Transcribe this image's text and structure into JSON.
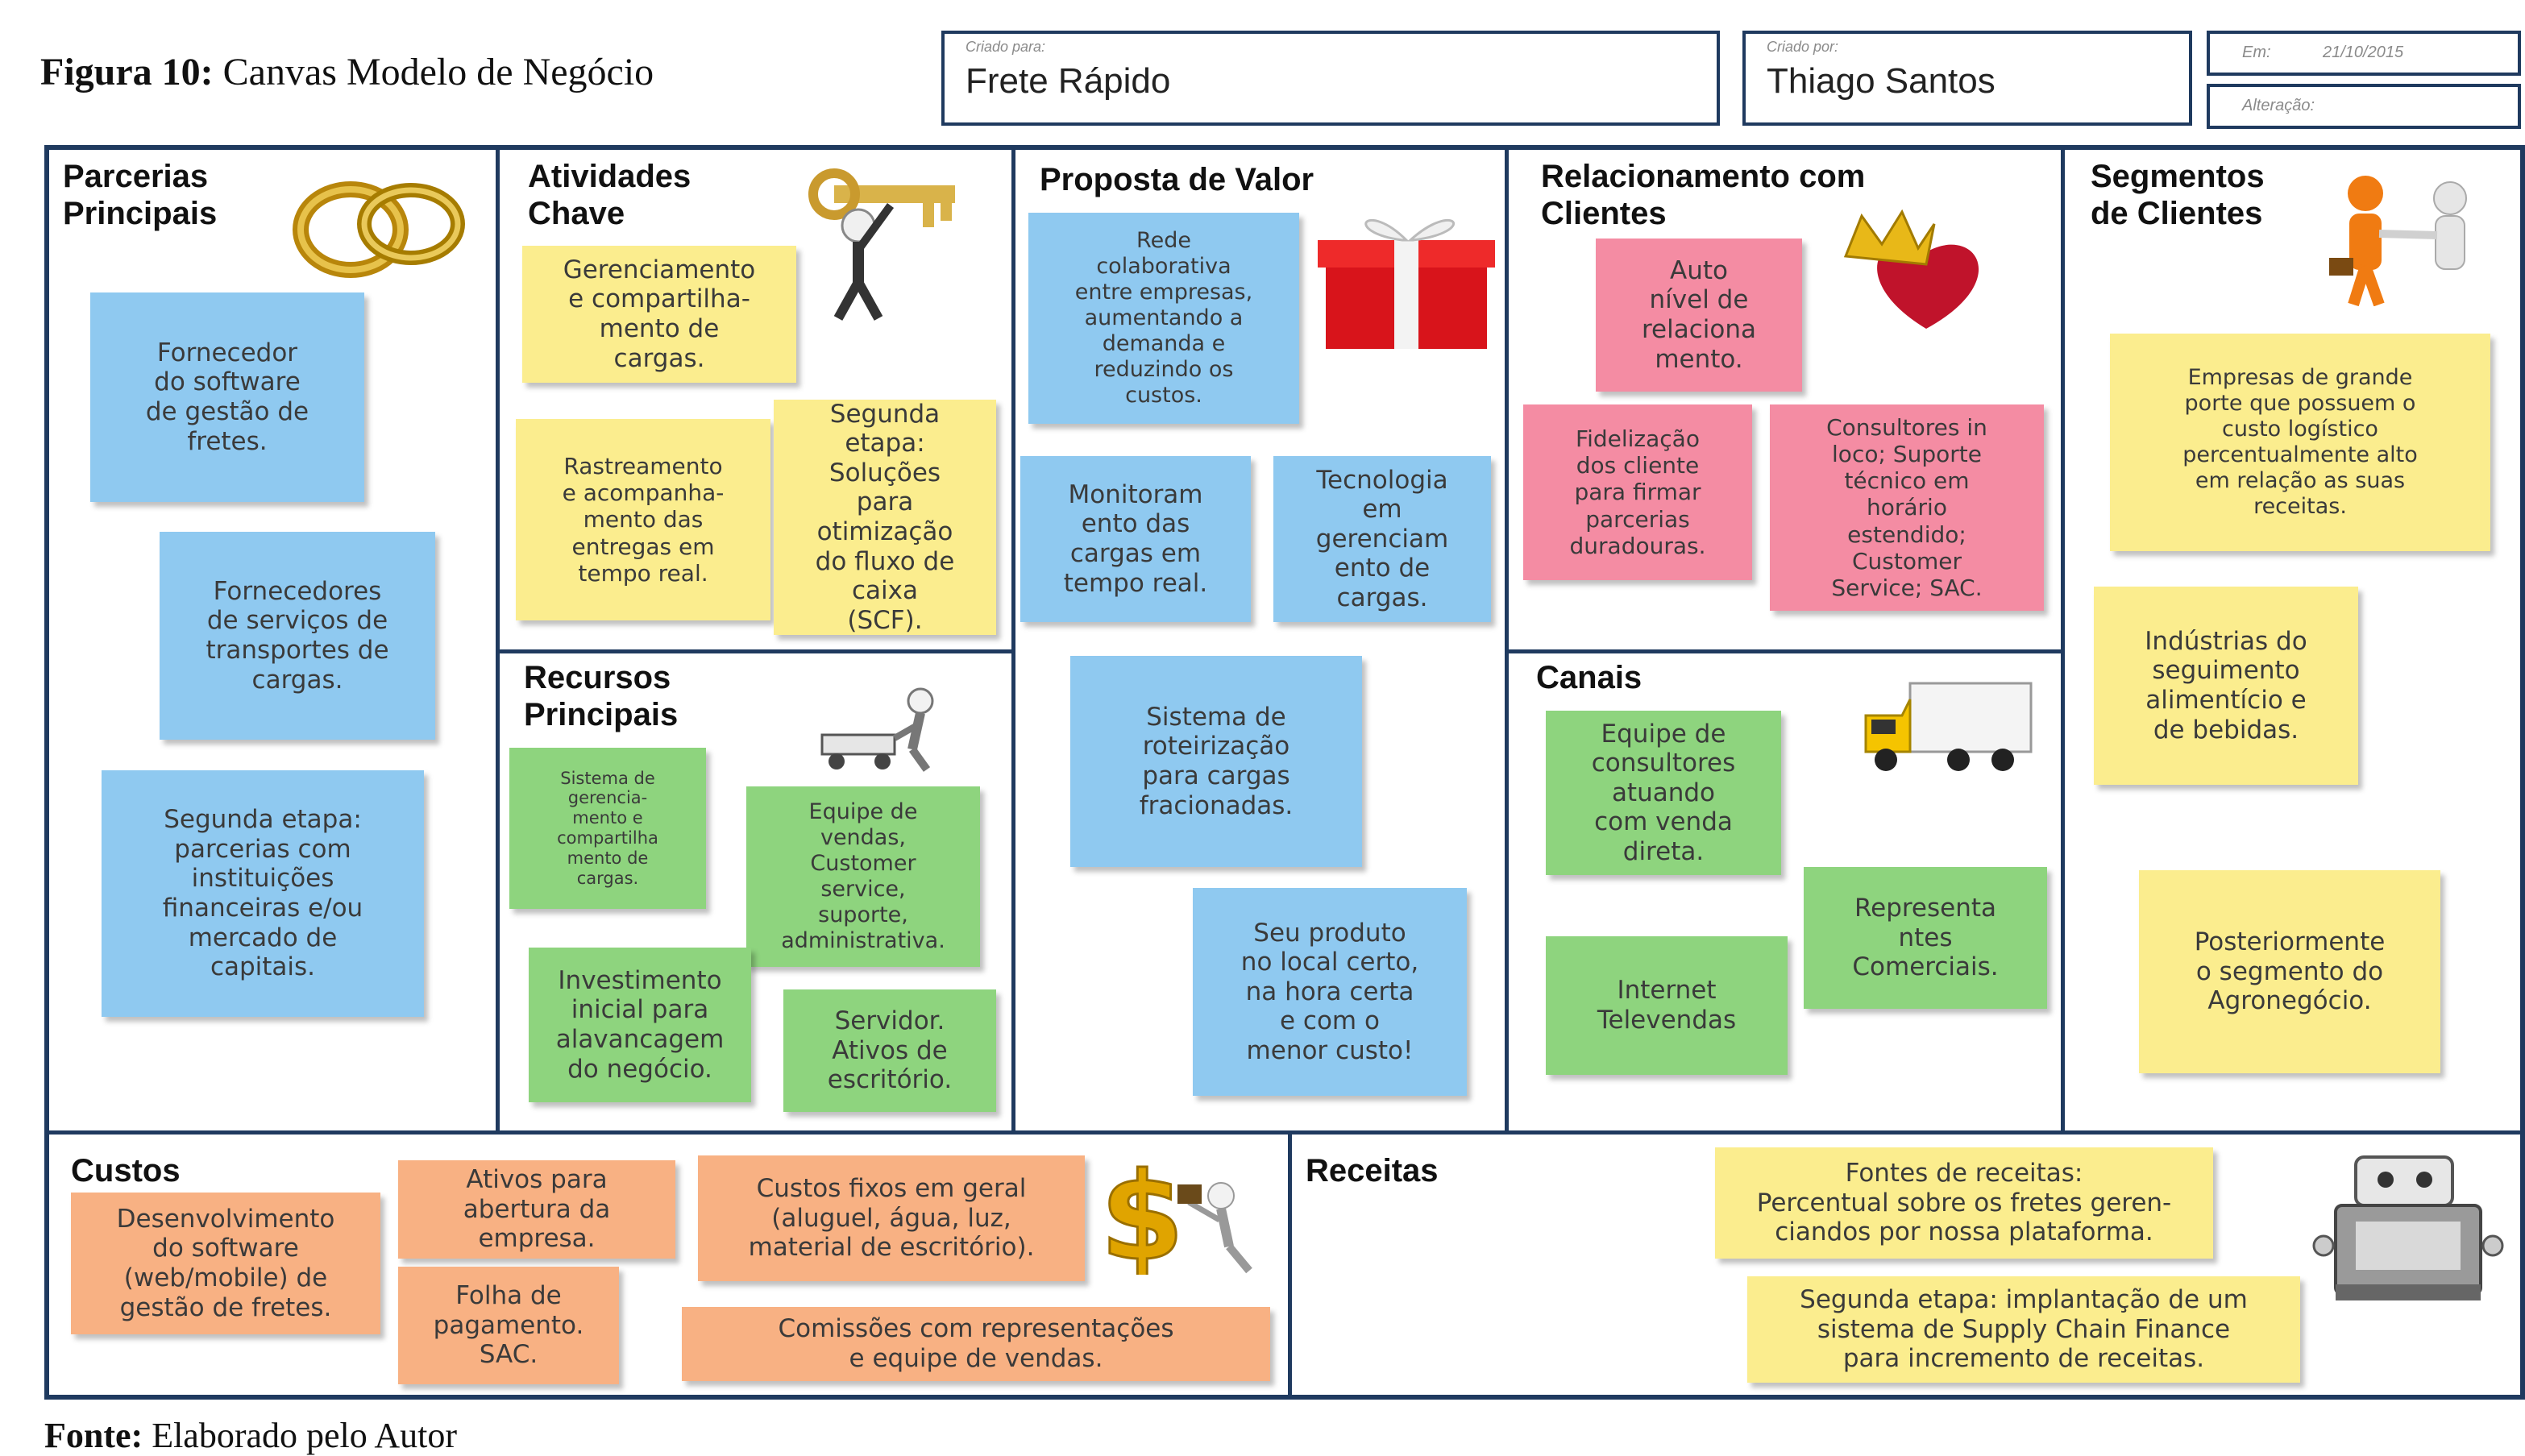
{
  "figure": {
    "label": "Figura 10:",
    "title": "Canvas Modelo de Negócio"
  },
  "header": {
    "for_small": "Criado para:",
    "for_value": "Frete Rápido",
    "by_small": "Criado por:",
    "by_value": "Thiago Santos",
    "date_small": "Em:",
    "date_value": "21/10/2015",
    "change_small": "Alteração:"
  },
  "blocks": {
    "partners": {
      "title": "Parcerias\nPrincipais",
      "icon": "wedding-rings-icon",
      "notes": [
        "Fornecedor\ndo software\nde gestão de\nfretes.",
        "Fornecedores\nde serviços de\ntransportes de\ncargas.",
        "Segunda etapa:\nparcerias com\ninstituições\nfinanceiras e/ou\nmercado de\ncapitais."
      ]
    },
    "activities": {
      "title": "Atividades\nChave",
      "icon": "key-figure-icon",
      "notes": [
        "Gerenciamento\ne compartilha-\nmento de\ncargas.",
        "Rastreamento\ne acompanha-\nmento das\nentregas em\ntempo real.",
        "Segunda\netapa:\nSoluções\npara\notimização\ndo fluxo de\ncaixa\n(SCF)."
      ]
    },
    "resources": {
      "title": "Recursos\nPrincipais",
      "icon": "hand-truck-figure-icon",
      "notes": [
        "Sistema de\ngerencia-\nmento e\ncompartilha\nmento de\ncargas.",
        "Equipe de\nvendas,\nCustomer\nservice,\nsuporte,\nadministrativa.",
        "Investimento\ninicial para\nalavancagem\ndo negócio.",
        "Servidor.\nAtivos de\nescritório."
      ]
    },
    "value": {
      "title": "Proposta de Valor",
      "icon": "gift-icon",
      "notes": [
        "Rede\ncolaborativa\nentre empresas,\naumentando a\ndemanda e\nreduzindo os\ncustos.",
        "Monitoram\nento das\ncargas em\ntempo real.",
        "Tecnologia\nem\ngerenciam\nento de\ncargas.",
        "Sistema de\nroteirização\npara cargas\nfracionadas.",
        "Seu produto\nno local certo,\nna hora certa\ne com o\nmenor custo!"
      ]
    },
    "relationship": {
      "title": "Relacionamento com\nClientes",
      "icon": "crowned-heart-icon",
      "notes": [
        "Auto\nnível de\nrelaciona\nmento.",
        "Fidelização\ndos cliente\npara firmar\nparcerias\nduradouras.",
        "Consultores in\nloco; Suporte\ntécnico  em\nhorário\nestendido;\nCustomer\nService; SAC."
      ]
    },
    "channels": {
      "title": "Canais",
      "icon": "truck-icon",
      "notes": [
        "Equipe de\nconsultores\natuando\ncom venda\ndireta.",
        "Representa\nntes\nComerciais.",
        "Internet\nTelevendas"
      ]
    },
    "segments": {
      "title": "Segmentos\nde Clientes",
      "icon": "handshake-icon",
      "notes": [
        "Empresas de grande\nporte que possuem o\ncusto logístico\npercentualmente alto\nem relação as suas\nreceitas.",
        "Indústrias do\nseguimento\nalimentício e\nde bebidas.",
        "Posteriormente\no segmento do\nAgronegócio."
      ]
    },
    "costs": {
      "title": "Custos",
      "icon": "dollar-sign-icon",
      "notes": [
        "Desenvolvimento\ndo software\n(web/mobile) de\ngestão de fretes.",
        "Ativos para\nabertura da\nempresa.",
        "Folha de\npagamento.\nSAC.",
        "Custos fixos em geral\n(aluguel, água, luz,\nmaterial de escritório).",
        "Comissões com representações\ne equipe de vendas."
      ]
    },
    "revenue": {
      "title": "Receitas",
      "icon": "cash-register-icon",
      "notes": [
        "Fontes de receitas:\nPercentual sobre os fretes geren-\nciandos por nossa plataforma.",
        "Segunda etapa: implantação de um\nsistema de Supply Chain Finance\npara incremento de receitas."
      ]
    }
  },
  "footer": {
    "label": "Fonte:",
    "text": "Elaborado pelo Autor"
  },
  "colors": {
    "frame": "#1f3a5f",
    "blue_note": "#8fc9f0",
    "yellow_note": "#fbed8e",
    "green_note": "#8ed47e",
    "pink_note": "#f48ca3",
    "orange_note": "#f8b183"
  }
}
